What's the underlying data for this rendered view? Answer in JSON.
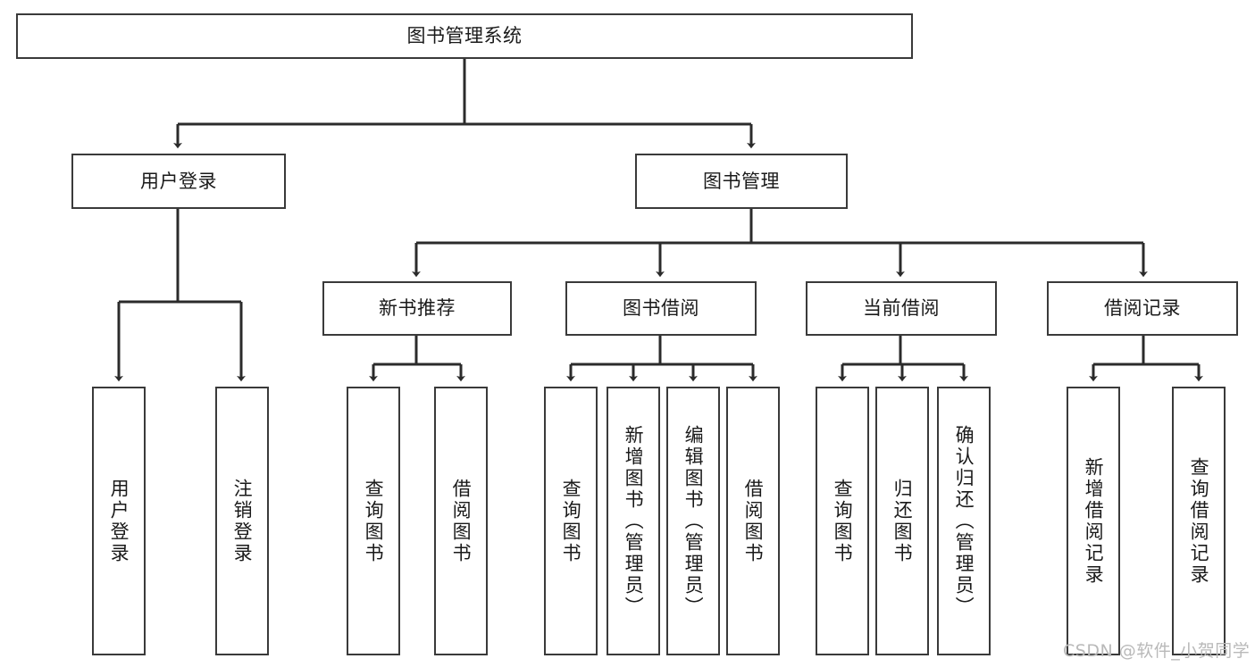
{
  "diagram": {
    "type": "tree",
    "title": "图书管理系统",
    "watermark": "CSDN @软件_小贺同学",
    "colors": {
      "background": "#ffffff",
      "border": "#3a3a3a",
      "text": "#1a1a1a",
      "edge": "#2b2b2b",
      "watermark": "#b9b9b9"
    },
    "nodes": {
      "root": {
        "label": "图书管理系统"
      },
      "branches": [
        {
          "id": "user-login",
          "label": "用户登录"
        },
        {
          "id": "book-manage",
          "label": "图书管理"
        },
        {
          "id": "new-book-recommend",
          "label": "新书推荐"
        },
        {
          "id": "book-borrow",
          "label": "图书借阅"
        },
        {
          "id": "current-borrow",
          "label": "当前借阅"
        },
        {
          "id": "borrow-record",
          "label": "借阅记录"
        }
      ],
      "leaves": [
        {
          "id": "leaf-user-login",
          "label": "用户登录",
          "parent": "user-login"
        },
        {
          "id": "leaf-logout-login",
          "label": "注销登录",
          "parent": "user-login"
        },
        {
          "id": "leaf-query-book-1",
          "label": "查询图书",
          "parent": "new-book-recommend"
        },
        {
          "id": "leaf-borrow-book-1",
          "label": "借阅图书",
          "parent": "new-book-recommend"
        },
        {
          "id": "leaf-query-book-2",
          "label": "查询图书",
          "parent": "book-borrow"
        },
        {
          "id": "leaf-add-book",
          "label": "新增图书（管理员）",
          "parent": "book-borrow"
        },
        {
          "id": "leaf-edit-book",
          "label": "编辑图书（管理员）",
          "parent": "book-borrow"
        },
        {
          "id": "leaf-borrow-book-2",
          "label": "借阅图书",
          "parent": "book-borrow"
        },
        {
          "id": "leaf-query-book-3",
          "label": "查询图书",
          "parent": "current-borrow"
        },
        {
          "id": "leaf-return-book",
          "label": "归还图书",
          "parent": "current-borrow"
        },
        {
          "id": "leaf-confirm-return",
          "label": "确认归还（管理员）",
          "parent": "current-borrow"
        },
        {
          "id": "leaf-add-record",
          "label": "新增借阅记录",
          "parent": "borrow-record"
        },
        {
          "id": "leaf-query-record",
          "label": "查询借阅记录",
          "parent": "borrow-record"
        }
      ]
    }
  }
}
